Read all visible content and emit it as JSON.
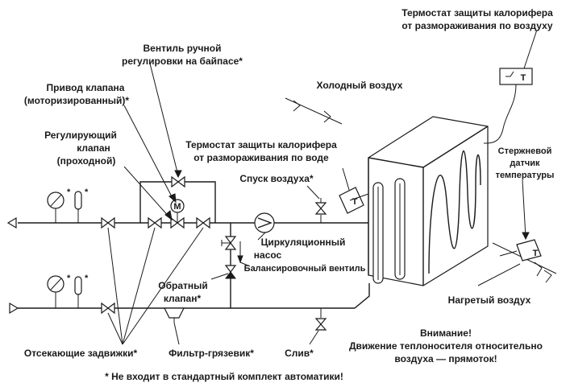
{
  "labels": {
    "thermostat_air_line1": "Термостат защиты калорифера",
    "thermostat_air_line2": "от размораживания по воздуху",
    "manual_valve_line1": "Вентиль ручной",
    "manual_valve_line2": "регулировки на байпасе*",
    "cold_air": "Холодный воздух",
    "actuator_line1": "Привод клапана",
    "actuator_line2": "(моторизированный)*",
    "reg_valve_line1": "Регулирующий",
    "reg_valve_line2": "клапан",
    "reg_valve_line3": "(проходной)",
    "thermostat_water_line1": "Термостат защиты калорифера",
    "thermostat_water_line2": "от размораживания по воде",
    "rod_sensor_line1": "Стержневой",
    "rod_sensor_line2": "датчик",
    "rod_sensor_line3": "температуры",
    "air_vent": "Спуск воздуха*",
    "pump_line1": "Циркуляционный",
    "pump_line2": "насос",
    "balance_valve": "Балансировочный вентиль",
    "check_valve_line1": "Обратный",
    "check_valve_line2": "клапан*",
    "heated_air": "Нагретый воздух",
    "warning_line1": "Внимание!",
    "warning_line2": "Движение теплоносителя относительно",
    "warning_line3": "воздуха — прямоток!",
    "shutoff": "Отсекающие задвижки*",
    "filter": "Фильтр-грязевик*",
    "drain": "Слив*",
    "footnote": "* Не входит в стандартный комплект автоматики!",
    "asterisk": "*",
    "motor_letter": "M",
    "thermo_letter": "T"
  },
  "colors": {
    "line": "#1a1a1a",
    "background": "#ffffff"
  }
}
